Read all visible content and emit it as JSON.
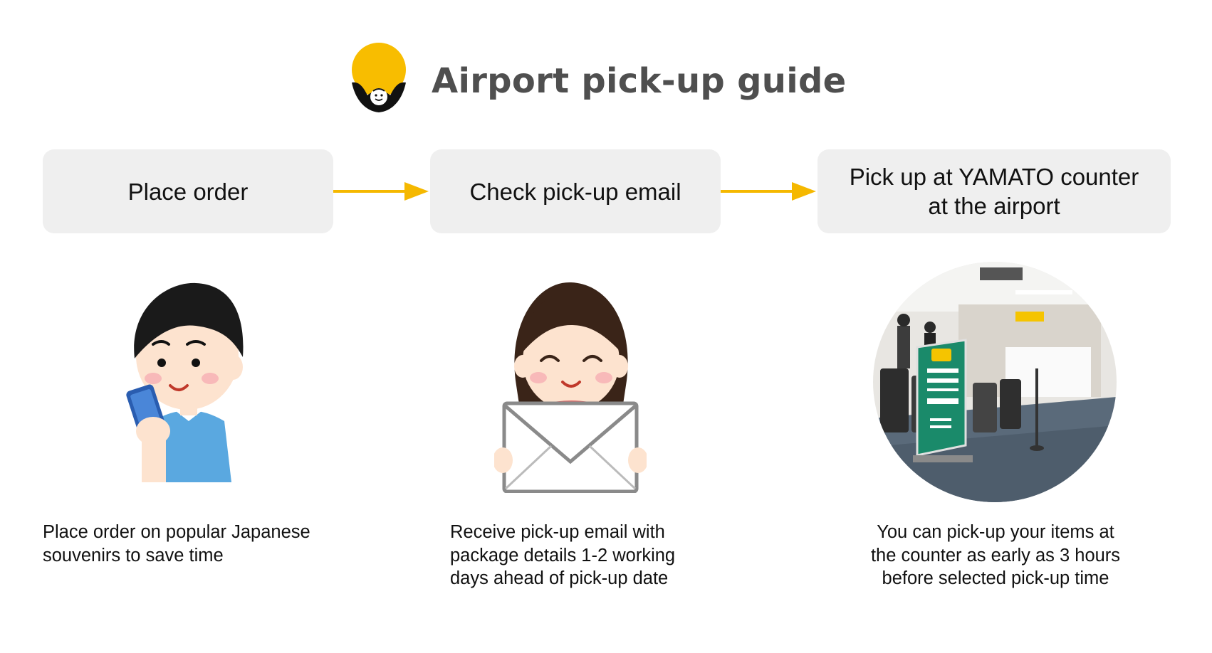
{
  "header": {
    "title": "Airport pick-up guide",
    "logo_icon": "sun-mascot-logo"
  },
  "steps": [
    {
      "label_lines": [
        "Place order"
      ]
    },
    {
      "label_lines": [
        "Check pick-up email"
      ]
    },
    {
      "label_lines": [
        "Pick up at YAMATO counter",
        "at the airport"
      ]
    }
  ],
  "illustrations": [
    {
      "icon": "boy-with-phone-illustration"
    },
    {
      "icon": "girl-with-envelope-illustration"
    },
    {
      "icon": "yamato-counter-photo"
    }
  ],
  "descriptions": [
    {
      "lines": [
        "Place order on popular Japanese",
        "souvenirs to save time"
      ]
    },
    {
      "lines": [
        "Receive pick-up email with",
        "package details 1-2 working",
        "days ahead of pick-up date"
      ]
    },
    {
      "lines": [
        "You can pick-up your items at",
        "the counter as early as 3 hours",
        "before selected pick-up time"
      ]
    }
  ],
  "colors": {
    "accent": "#f5b800",
    "step_box": "#efefef",
    "title_text": "#4f4f4f",
    "sign_green": "#1a8a6a"
  }
}
